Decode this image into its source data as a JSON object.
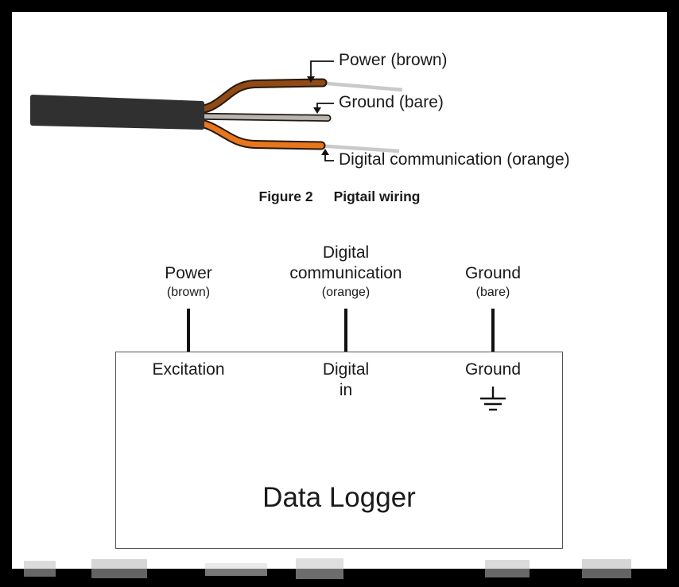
{
  "colors": {
    "wire_brown": "#8f4a16",
    "wire_orange": "#e8761d",
    "wire_bare": "#b5b5b5",
    "stripped_end": "#c9c9c9",
    "cable_jacket": "#303030"
  },
  "pigtail": {
    "labels": {
      "power": "Power (brown)",
      "ground": "Ground (bare)",
      "digital": "Digital communication (orange)"
    }
  },
  "caption": {
    "figure_label": "Figure 2",
    "title": "Pigtail wiring"
  },
  "logger": {
    "title": "Data Logger",
    "columns": [
      {
        "wire_lines": [
          "Power",
          "(brown)"
        ],
        "terminal_lines": [
          "Excitation"
        ]
      },
      {
        "wire_lines": [
          "Digital",
          "communication",
          "(orange)"
        ],
        "terminal_lines": [
          "Digital",
          "in"
        ]
      },
      {
        "wire_lines": [
          "Ground",
          "(bare)"
        ],
        "terminal_lines": [
          "Ground"
        ]
      }
    ]
  }
}
